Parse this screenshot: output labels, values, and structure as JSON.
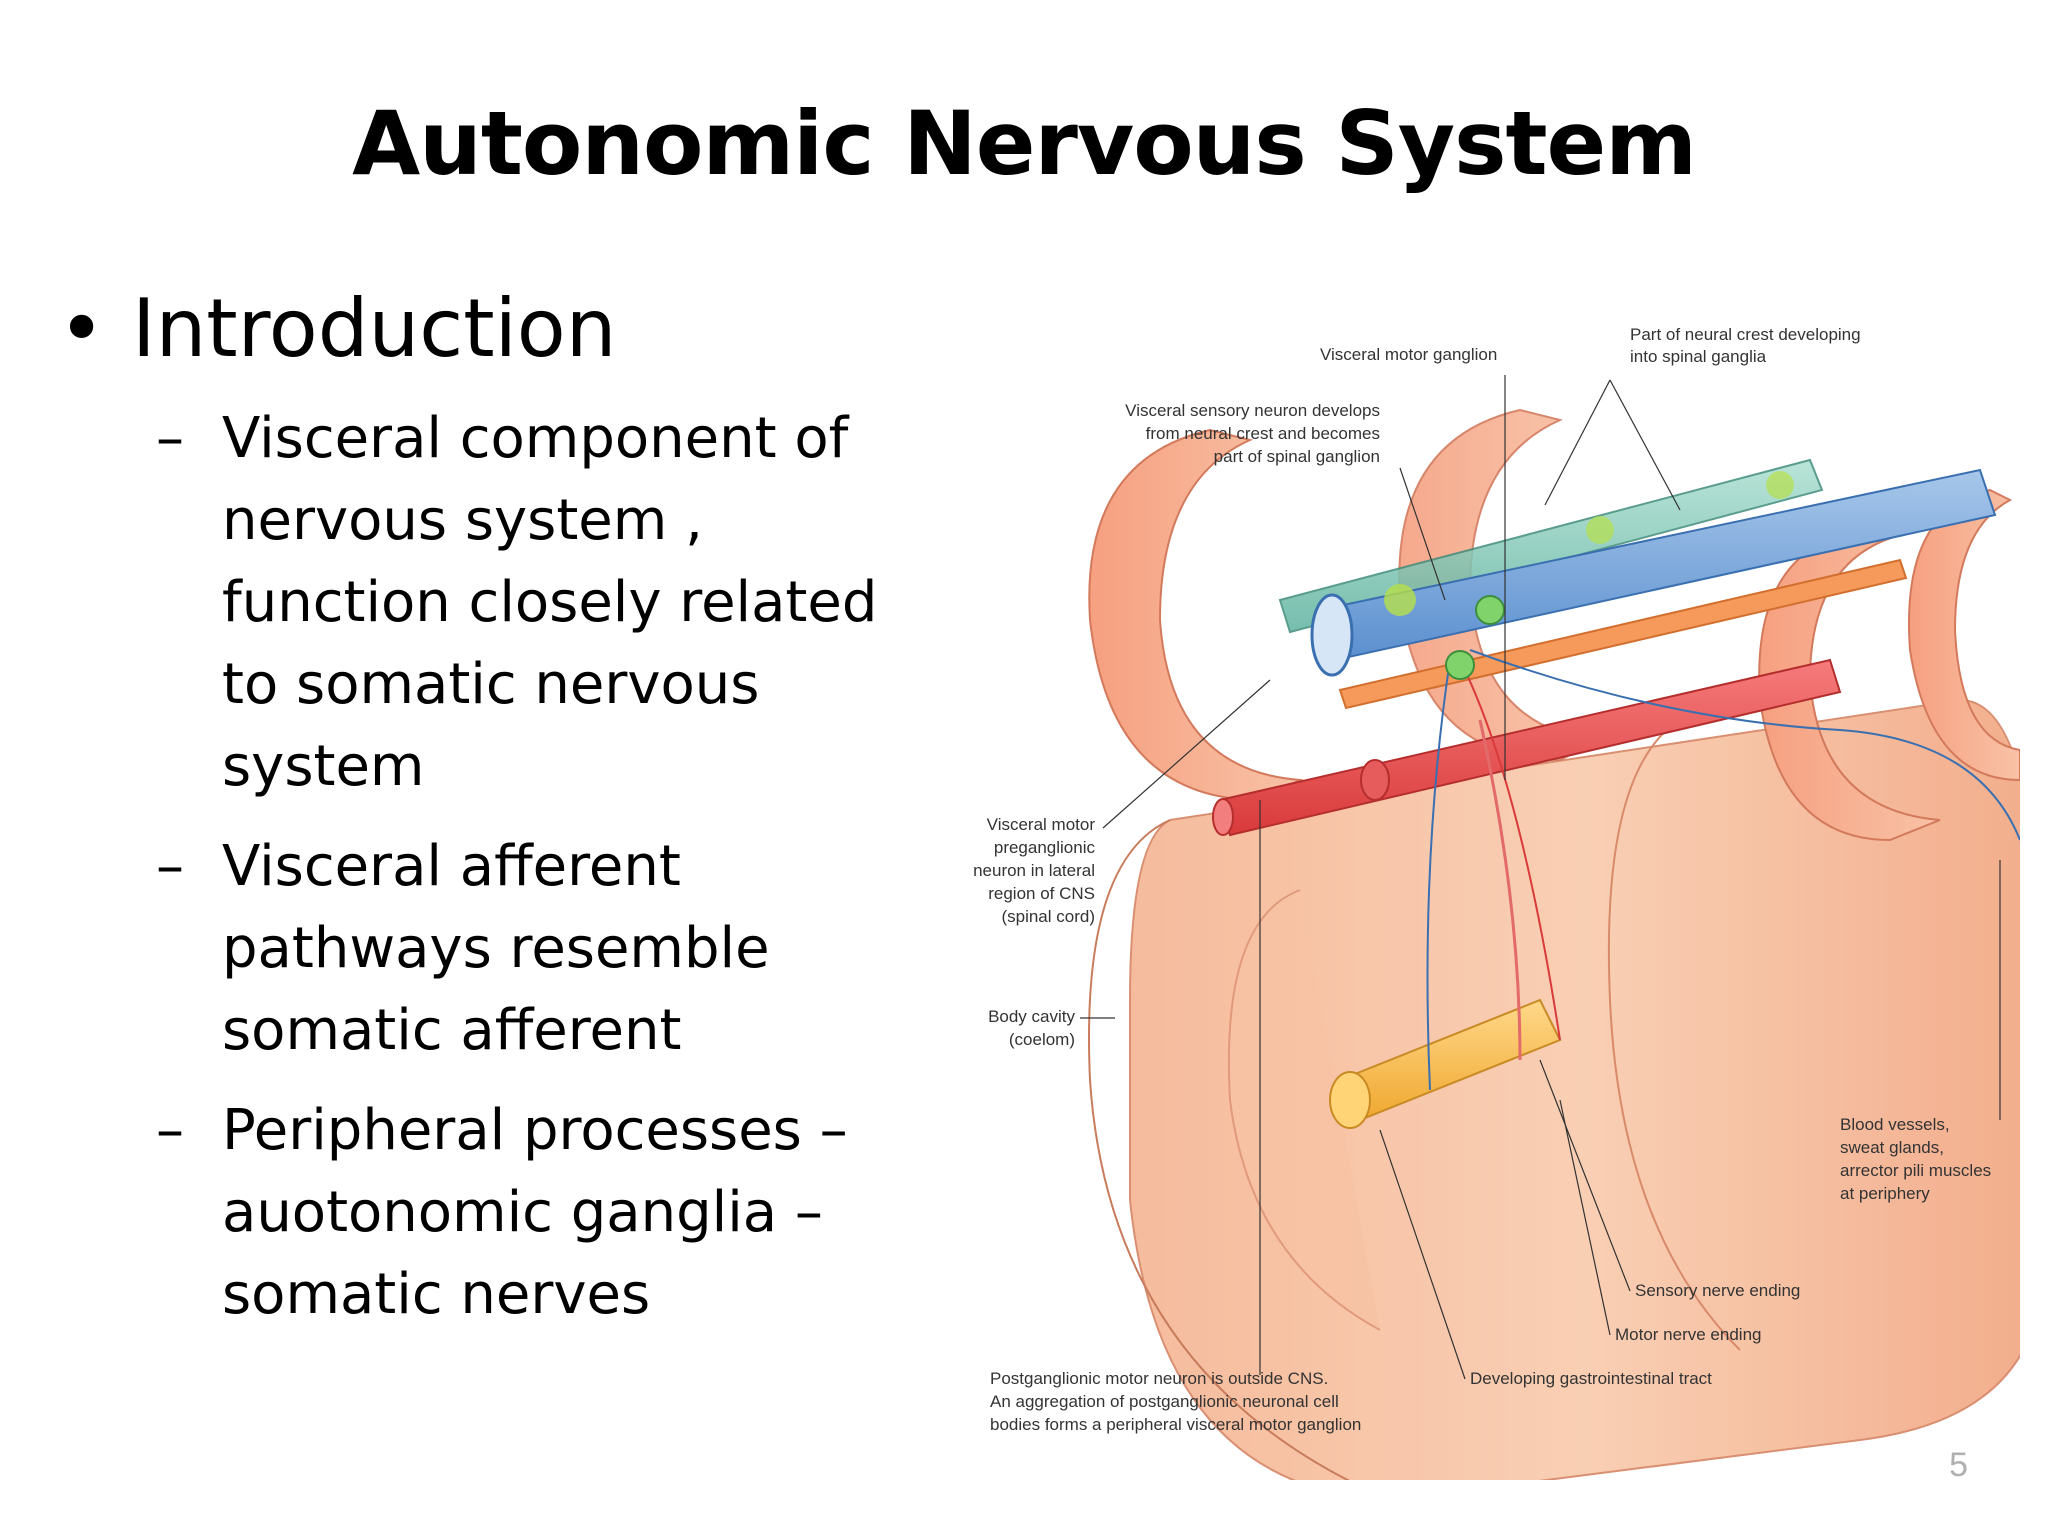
{
  "slide": {
    "title": "Autonomic Nervous System",
    "page_number": "5",
    "bullet": {
      "symbol": "•",
      "text": "Introduction"
    },
    "sub_bullets": [
      {
        "dash": "–",
        "lines": [
          "Visceral component of",
          "nervous system ,",
          "function closely related",
          "to somatic nervous",
          "system"
        ]
      },
      {
        "dash": "–",
        "lines": [
          "Visceral afferent",
          "pathways resemble",
          "somatic afferent"
        ]
      },
      {
        "dash": "–",
        "lines": [
          "Peripheral processes –",
          "auotonomic ganglia –",
          "somatic nerves"
        ]
      }
    ]
  },
  "diagram": {
    "labels": {
      "visceral_motor_ganglion": "Visceral motor ganglion",
      "neural_crest_1": "Part of neural crest developing",
      "neural_crest_2": "into spinal ganglia",
      "sensory_neuron_1": "Visceral sensory neuron develops",
      "sensory_neuron_2": "from neural crest and becomes",
      "sensory_neuron_3": "part of spinal ganglion",
      "preganglionic_1": "Visceral motor",
      "preganglionic_2": "preganglionic",
      "preganglionic_3": "neuron in lateral",
      "preganglionic_4": "region of CNS",
      "preganglionic_5": "(spinal cord)",
      "body_cavity_1": "Body cavity",
      "body_cavity_2": "(coelom)",
      "blood_vessels_1": "Blood vessels,",
      "blood_vessels_2": "sweat glands,",
      "blood_vessels_3": "arrector pili muscles",
      "blood_vessels_4": "at periphery",
      "sensory_ending": "Sensory nerve ending",
      "motor_ending": "Motor nerve ending",
      "gi_tract": "Developing gastrointestinal tract",
      "postganglionic_1": "Postganglionic motor neuron is outside CNS.",
      "postganglionic_2": "An aggregation of postganglionic neuronal cell",
      "postganglionic_3": "bodies forms a peripheral visceral motor ganglion"
    }
  }
}
